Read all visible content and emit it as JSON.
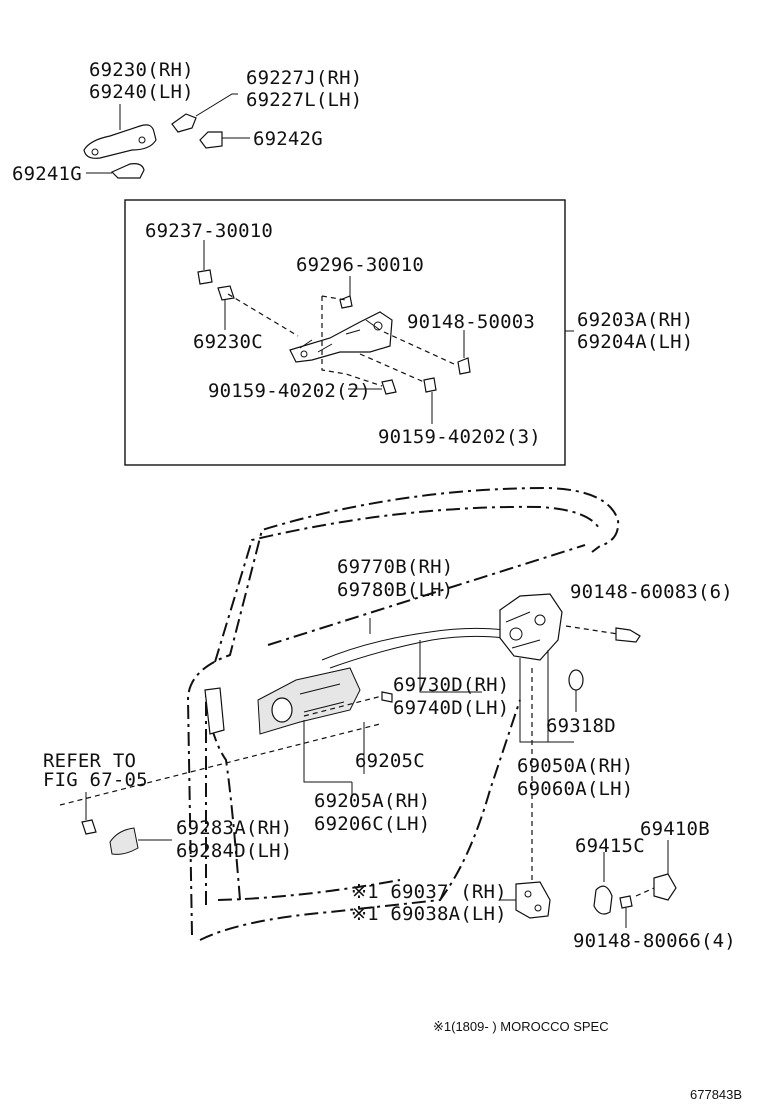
{
  "labels": {
    "l69230": "69230(RH)",
    "l69240": "69240(LH)",
    "l69227j": "69227J(RH)",
    "l69227l": "69227L(LH)",
    "l69242g": "69242G",
    "l69241g": "69241G",
    "l69237": "69237-30010",
    "l69296": "69296-30010",
    "l90148_50003": "90148-50003",
    "l69203a": "69203A(RH)",
    "l69204a": "69204A(LH)",
    "l69230c": "69230C",
    "l90159_2": "90159-40202(2)",
    "l90159_3": "90159-40202(3)",
    "l69770b": "69770B(RH)",
    "l69780b": "69780B(LH)",
    "l90148_60083": "90148-60083(6)",
    "l69730d": "69730D(RH)",
    "l69740d": "69740D(LH)",
    "l69318d": "69318D",
    "l69205c": "69205C",
    "l69050a": "69050A(RH)",
    "l69060a": "69060A(LH)",
    "l69205a": "69205A(RH)",
    "l69206c": "69206C(LH)",
    "refer1": "REFER TO",
    "refer2": "FIG 67-05",
    "l69283a": "69283A(RH)",
    "l69284d": "69284D(LH)",
    "l69415c": "69415C",
    "l69410b": "69410B",
    "l69037": "※1 69037 (RH)",
    "l69038a": "※1 69038A(LH)",
    "l90148_80066": "90148-80066(4)",
    "note": "※1(1809-     ) MOROCCO SPEC",
    "figure_id": "677843B"
  }
}
